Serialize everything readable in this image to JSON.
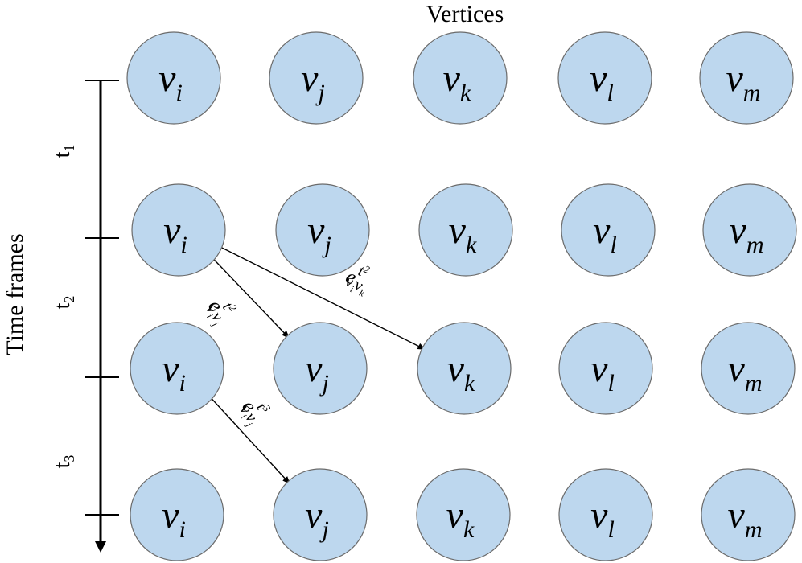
{
  "title": "Vertices",
  "axis_label": "Time frames",
  "time_frames": [
    {
      "base": "t",
      "sub": "1"
    },
    {
      "base": "t",
      "sub": "2"
    },
    {
      "base": "t",
      "sub": "3"
    }
  ],
  "vertices": [
    {
      "base": "v",
      "sub": "i"
    },
    {
      "base": "v",
      "sub": "j"
    },
    {
      "base": "v",
      "sub": "k"
    },
    {
      "base": "v",
      "sub": "l"
    },
    {
      "base": "v",
      "sub": "m"
    }
  ],
  "rows": 4,
  "edges": [
    {
      "from": {
        "row": 1,
        "col": 0
      },
      "to": {
        "row": 2,
        "col": 1
      },
      "label": {
        "e": "e",
        "v1": "v",
        "s1": "i",
        "v2": "v",
        "s2": "j",
        "t": "t",
        "ts": "2"
      }
    },
    {
      "from": {
        "row": 1,
        "col": 0
      },
      "to": {
        "row": 2,
        "col": 2
      },
      "label": {
        "e": "e",
        "v1": "v",
        "s1": "i",
        "v2": "v",
        "s2": "k",
        "t": "t",
        "ts": "2"
      }
    },
    {
      "from": {
        "row": 2,
        "col": 0
      },
      "to": {
        "row": 3,
        "col": 1
      },
      "label": {
        "e": "e",
        "v1": "v",
        "s1": "i",
        "v2": "v",
        "s2": "j",
        "t": "t",
        "ts": "3"
      }
    }
  ],
  "colors": {
    "node_fill": "#bdd7ee",
    "node_stroke": "#6b6b6b",
    "ink": "#000000"
  }
}
